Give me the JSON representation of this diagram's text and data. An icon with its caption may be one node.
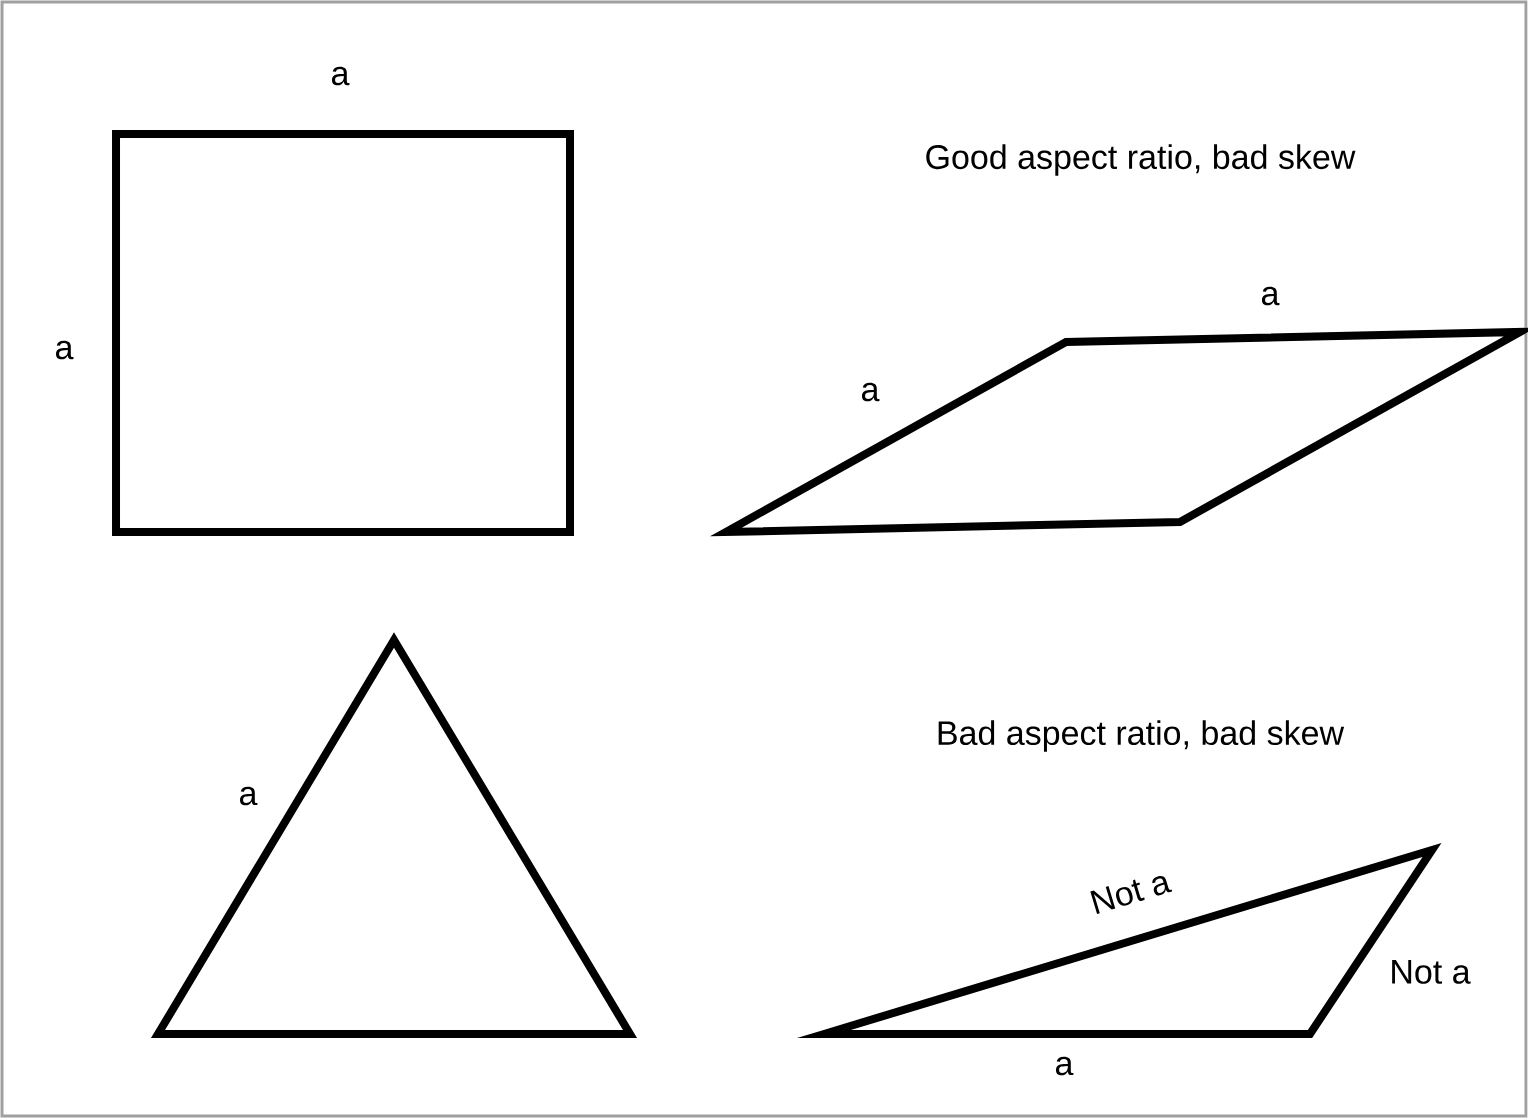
{
  "diagram": {
    "nodes": [
      {
        "text": [],
        "shape": "box"
      },
      {
        "text": [],
        "shape": "parallelogram"
      },
      {
        "text": [],
        "shape": "triangle"
      },
      {
        "text": [],
        "shape": "triangle"
      }
    ],
    "labels": [
      "a",
      "Good aspect ratio, bad skew",
      "a",
      "a",
      "a",
      "a",
      "Bad aspect ratio, bad skew",
      "Not a",
      "Not a",
      "a"
    ]
  }
}
